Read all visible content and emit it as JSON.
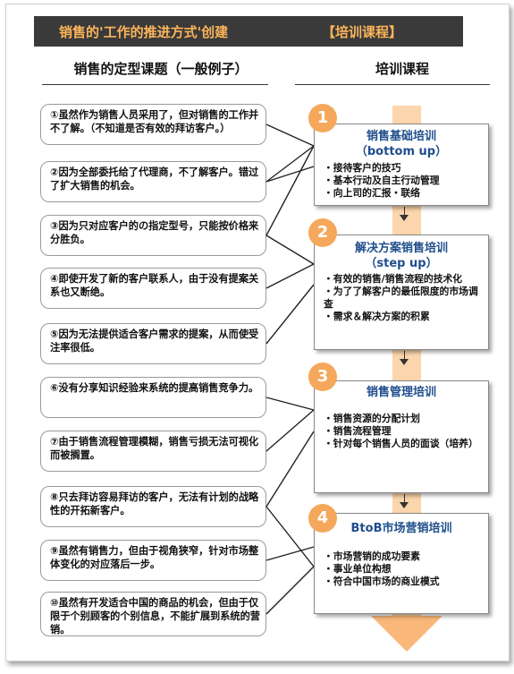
{
  "title": {
    "main": "销售的'工作的推进方式'创建",
    "tag": "【培训课程】"
  },
  "left_heading": "销售的定型课题（一般例子）",
  "right_heading": "培训课程",
  "problems": [
    "①虽然作为销售人员采用了，但对销售的工作并不了解。（不知道是否有效的拜访客户。）",
    "②因为全部委托给了代理商，不了解客户。错过了扩大销售的机会。",
    "③因为只对应客户的の指定型号，只能按价格来分胜负。",
    "④即使开发了新的客户联系人，由于没有提案关系也又断绝。",
    "⑤因为无法提供适合客户需求的提案，从而使受注率很低。",
    "⑥没有分享知识经验来系统的提高销售竞争力。",
    "⑦由于销售流程管理模糊，销售亏损无法可视化而被搁置。",
    "⑧只去拜访容易拜访的客户，无法有计划的战略性的开拓新客户。",
    "⑨虽然有销售力，但由于视角狭窄，针对市场整体变化的对应落后一步。",
    "⑩虽然有开发适合中国的商品的机会，但由于仅限于个别顾客的个别信息，不能扩展到系统的营销。"
  ],
  "courses": [
    {
      "number": "1",
      "title": [
        "销售基础培训",
        "（bottom up）"
      ],
      "items": [
        "・接待客户的技巧",
        "・基本行动及自主行动管理",
        "・向上司的汇报・联络"
      ]
    },
    {
      "number": "2",
      "title": [
        "解决方案销售培训",
        "（step up）"
      ],
      "items": [
        "・有效的销售/销售流程的技术化",
        "・为了了解客户的最低限度的市场调查",
        "・需求＆解决方案的积累"
      ]
    },
    {
      "number": "3",
      "title": [
        "销售管理培训"
      ],
      "items": [
        "・销售资源的分配计划",
        "・销售流程管理",
        "・针对每个销售人员的面谈（培养）"
      ]
    },
    {
      "number": "4",
      "title": [
        "BtoB市场营销培训"
      ],
      "items": [
        "・市场营销的成功要素",
        "・事业单位构想",
        "・符合中国市场的商业模式"
      ]
    }
  ],
  "colors": {
    "title_bar_bg": "#3a3a3a",
    "title_text": "#fbb45a",
    "badge": "#f5a85c",
    "course_title": "#1f4e8c",
    "spine": "#fbd5ac"
  }
}
